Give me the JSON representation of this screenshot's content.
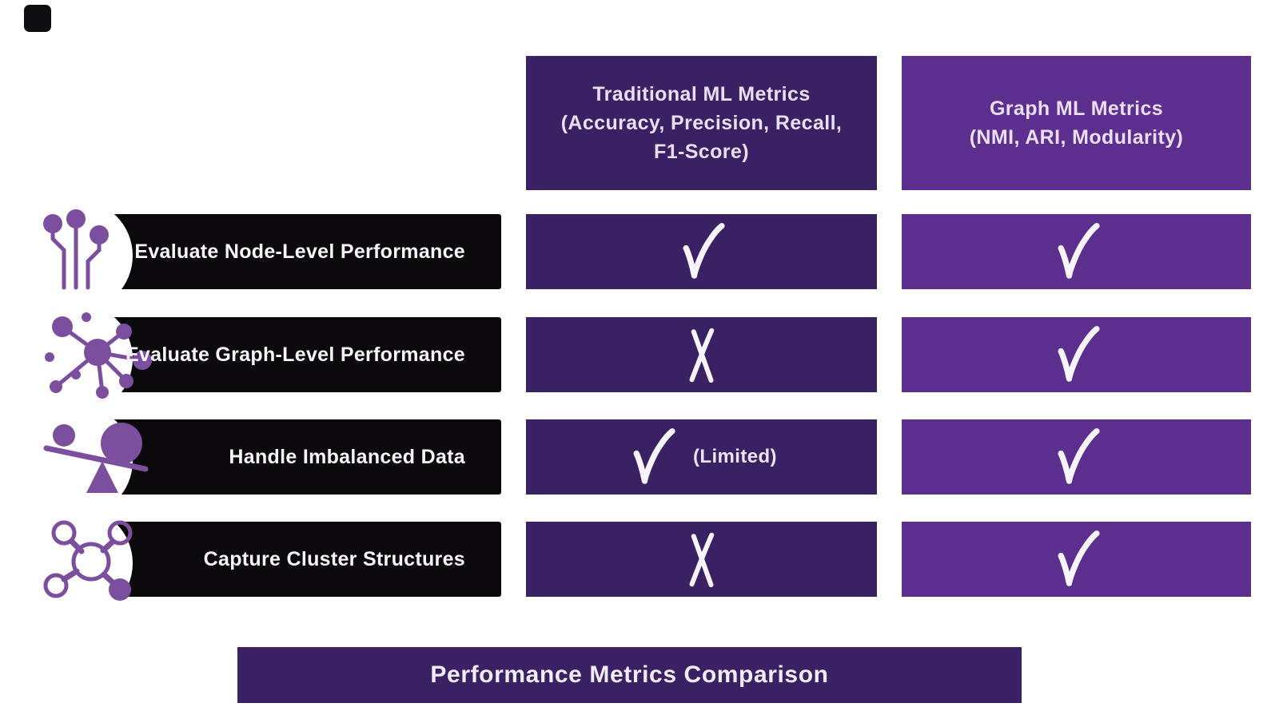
{
  "title": "Performance Metrics Comparison",
  "colors": {
    "traditional_column": "#3a2163",
    "graph_column": "#5c2e8e",
    "row_bar": "#0b090c",
    "icon_accent": "#7c4f9e",
    "mark": "#f7f4fa",
    "background": "#ffffff"
  },
  "columns": [
    {
      "id": "traditional",
      "lines": [
        "Traditional ML Metrics",
        "(Accuracy, Precision, Recall,",
        "F1-Score)"
      ]
    },
    {
      "id": "graph",
      "lines": [
        "Graph ML Metrics",
        "(NMI, ARI, Modularity)"
      ]
    }
  ],
  "rows": [
    {
      "label": "Evaluate Node-Level Performance",
      "icon": "node-pins-icon",
      "traditional": {
        "mark": "check",
        "note": ""
      },
      "graph": {
        "mark": "check"
      }
    },
    {
      "label": "Evaluate Graph-Level Performance",
      "icon": "network-hub-icon",
      "traditional": {
        "mark": "cross",
        "note": ""
      },
      "graph": {
        "mark": "check"
      }
    },
    {
      "label": "Handle Imbalanced Data",
      "icon": "imbalanced-scale-icon",
      "traditional": {
        "mark": "check",
        "note": "(Limited)"
      },
      "graph": {
        "mark": "check"
      }
    },
    {
      "label": "Capture Cluster Structures",
      "icon": "cluster-structure-icon",
      "traditional": {
        "mark": "cross",
        "note": ""
      },
      "graph": {
        "mark": "check"
      }
    }
  ]
}
